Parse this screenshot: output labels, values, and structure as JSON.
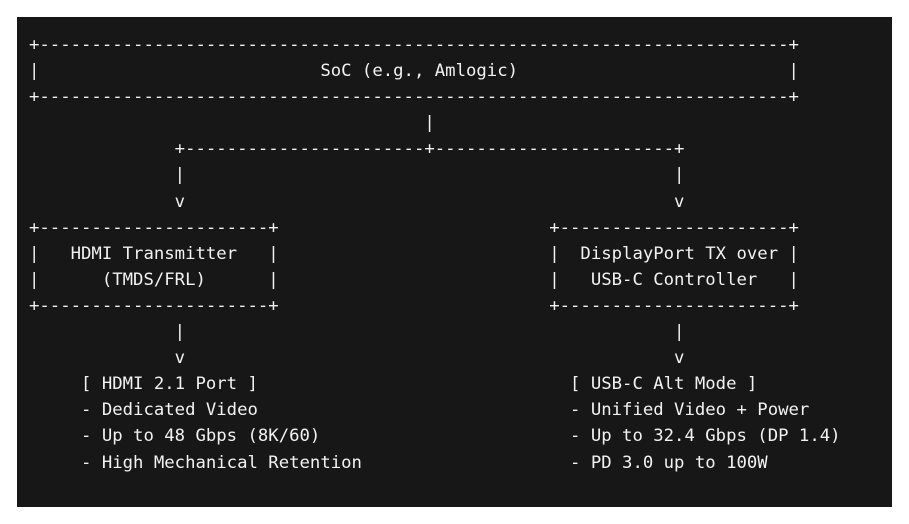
{
  "diagram": {
    "lines": [
      "+------------------------------------------------------------------------+",
      "|                           SoC (e.g., Amlogic)                          |",
      "+------------------------------------------------------------------------+",
      "                                      |",
      "              +-----------------------+-----------------------+",
      "              |                                               |",
      "              v                                               v",
      "+----------------------+                          +----------------------+",
      "|   HDMI Transmitter   |                          |  DisplayPort TX over |",
      "|      (TMDS/FRL)      |                          |   USB-C Controller   |",
      "+----------------------+                          +----------------------+",
      "              |                                               |",
      "              v                                               v",
      "     [ HDMI 2.1 Port ]                              [ USB-C Alt Mode ]",
      "     - Dedicated Video                              - Unified Video + Power",
      "     - Up to 48 Gbps (8K/60)                        - Up to 32.4 Gbps (DP 1.4)",
      "     - High Mechanical Retention                    - PD 3.0 up to 100W"
    ]
  }
}
